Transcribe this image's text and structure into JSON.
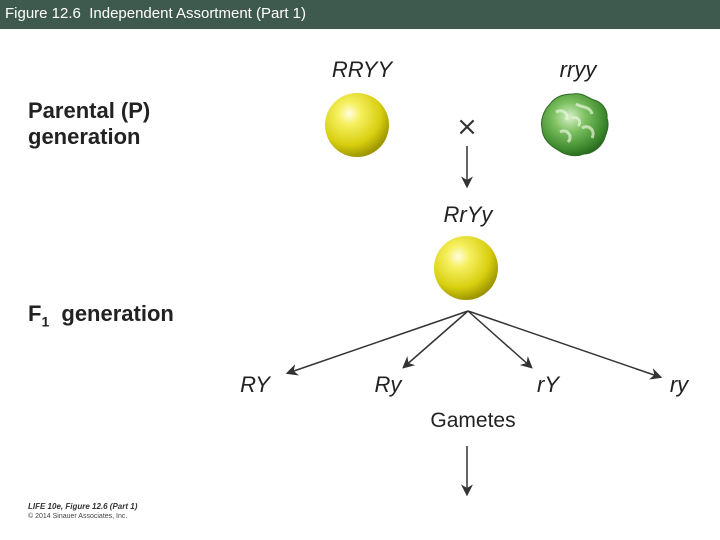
{
  "header": {
    "title": "Figure 12.6  Independent Assortment (Part 1)"
  },
  "diagram": {
    "parental_label_line1": "Parental (P)",
    "parental_label_line2": "generation",
    "f1_label_main": "F",
    "f1_label_sub": "1",
    "f1_label_rest": "generation",
    "parent_genotype_1": "RRYY",
    "parent_genotype_2": "rryy",
    "cross_symbol": "×",
    "f1_genotype": "RrYy",
    "gametes": [
      "RY",
      "Ry",
      "rY",
      "ry"
    ],
    "gametes_label": "Gametes",
    "colors": {
      "title_bar": "#3e5a4f",
      "yellow_pea": "#e8e020",
      "green_pea": "#4a9a3a",
      "arrow": "#333333"
    }
  },
  "footer": {
    "line1": "LIFE 10e, Figure 12.6 (Part 1)",
    "line2": "© 2014 Sinauer Associates, Inc."
  }
}
